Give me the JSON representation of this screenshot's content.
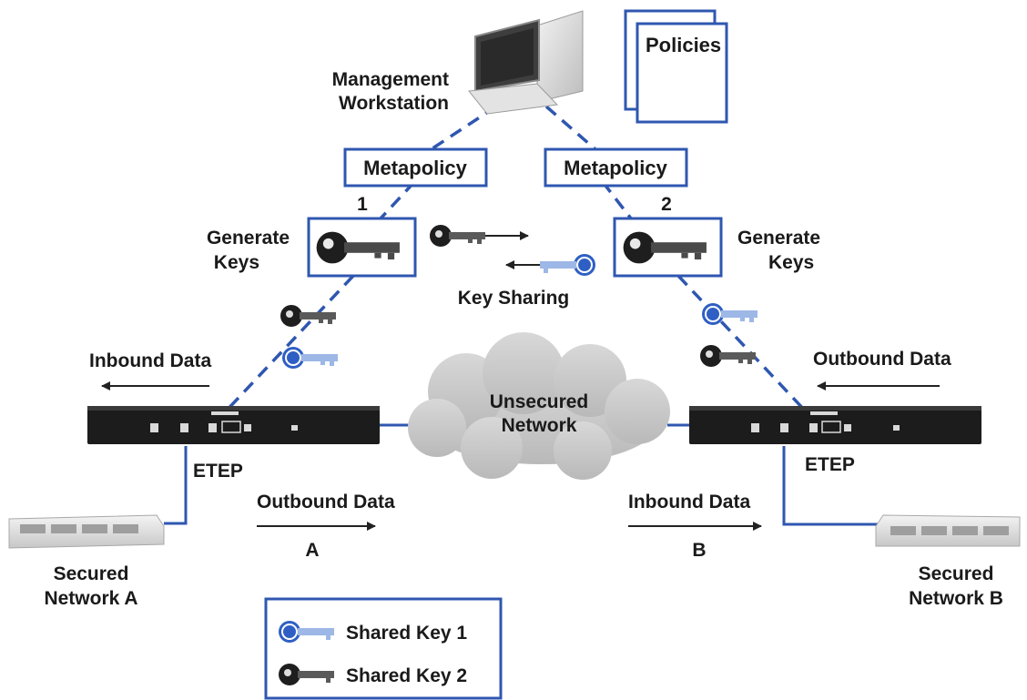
{
  "workstation": {
    "label_line1": "Management",
    "label_line2": "Workstation"
  },
  "policies": {
    "label": "Policies"
  },
  "metapolicy_left": {
    "label": "Metapolicy",
    "number": "1"
  },
  "metapolicy_right": {
    "label": "Metapolicy",
    "number": "2"
  },
  "generate_left": {
    "line1": "Generate",
    "line2": "Keys"
  },
  "generate_right": {
    "line1": "Generate",
    "line2": "Keys"
  },
  "key_sharing": {
    "label": "Key Sharing"
  },
  "etep_left": {
    "label": "ETEP",
    "data_label": "Inbound Data"
  },
  "etep_right": {
    "label": "ETEP",
    "data_label": "Outbound Data"
  },
  "cloud": {
    "line1": "Unsecured",
    "line2": "Network"
  },
  "flow_a": {
    "label": "Outbound Data",
    "letter": "A"
  },
  "flow_b": {
    "label": "Inbound Data",
    "letter": "B"
  },
  "network_a": {
    "line1": "Secured",
    "line2": "Network A"
  },
  "network_b": {
    "line1": "Secured",
    "line2": "Network B"
  },
  "legend": {
    "key1": "Shared Key 1",
    "key2": "Shared Key 2"
  },
  "colors": {
    "accent_blue": "#2f57b0",
    "key_blue": "#3b6fd0",
    "key_dark": "#222222",
    "cloud": "#c9c9c9",
    "device": "#1c1c1c"
  }
}
